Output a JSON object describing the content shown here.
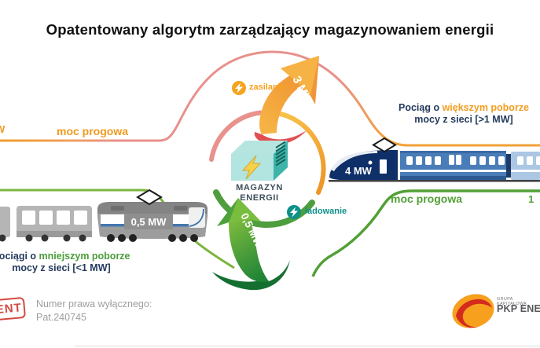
{
  "title": "Opatentowany algorytm zarządzający magazynowaniem energii",
  "center": {
    "storage_line1": "MAGAZYN",
    "storage_line2": "ENERGII"
  },
  "flows": {
    "supply": {
      "label": "zasilanie",
      "value": "3 MW",
      "color": "#f5a01e"
    },
    "charge": {
      "label": "ładowanie",
      "value": "0,5 MW",
      "color": "#0d9188"
    }
  },
  "left": {
    "threshold": "moc progowa",
    "edge_fragment": "W",
    "train_label": "0,5 MW",
    "caption": {
      "prefix": "Pociągi o ",
      "highlight": "mniejszym poborze",
      "line2": "mocy z sieci [<1 MW]"
    }
  },
  "right": {
    "threshold": "moc progowa",
    "edge_fragment": "1",
    "train_label": "4 MW",
    "caption": {
      "prefix": "Pociąg o ",
      "highlight": "większym poborze",
      "line2": "mocy z sieci [>1 MW]"
    }
  },
  "footer": {
    "stamp": "PATENT",
    "rights_label": "Numer prawa wyłącznego:",
    "rights_number": "Pat.240745",
    "logo_group": "GRUPA KAPITAŁOWA",
    "logo_name": "PKP ENERGETYKA"
  },
  "colors": {
    "accent_orange": "#f5a01e",
    "accent_green": "#52a036",
    "accent_teal": "#0d9188",
    "navy": "#243b5e",
    "pink_curve": "#e8918d",
    "stamp_red": "#d4493f",
    "logo_orange": "#f6a01d",
    "logo_red": "#d52b1e"
  }
}
